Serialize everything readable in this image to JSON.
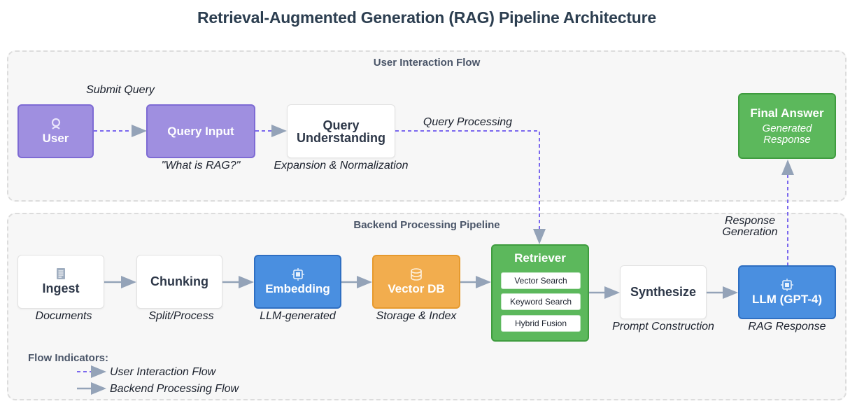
{
  "title": "Retrieval-Augmented Generation (RAG) Pipeline Architecture",
  "panels": {
    "user_flow": "User Interaction Flow",
    "backend": "Backend Processing Pipeline"
  },
  "nodes": {
    "user": {
      "label": "User"
    },
    "query_input": {
      "label": "Query Input"
    },
    "query_understanding": {
      "label": "Query\nUnderstanding"
    },
    "final_answer": {
      "label": "Final Answer",
      "sub": "Generated\nResponse"
    },
    "ingest": {
      "label": "Ingest"
    },
    "chunking": {
      "label": "Chunking"
    },
    "embedding": {
      "label": "Embedding"
    },
    "vector_db": {
      "label": "Vector DB"
    },
    "retriever": {
      "label": "Retriever",
      "items": [
        "Vector Search",
        "Keyword Search",
        "Hybrid Fusion"
      ]
    },
    "synthesize": {
      "label": "Synthesize"
    },
    "llm": {
      "label": "LLM (GPT-4)"
    }
  },
  "captions": {
    "submit_query": "Submit Query",
    "what_is_rag": "\"What is RAG?\"",
    "expansion": "Expansion & Normalization",
    "query_processing": "Query Processing",
    "response_generation": "Response\nGeneration",
    "documents": "Documents",
    "split_process": "Split/Process",
    "llm_generated": "LLM-generated",
    "storage_index": "Storage & Index",
    "prompt_construction": "Prompt Construction",
    "rag_response": "RAG Response"
  },
  "legend": {
    "title": "Flow Indicators:",
    "user_flow": "User Interaction Flow",
    "backend_flow": "Backend Processing Flow"
  },
  "colors": {
    "purple": "#9f8fe0",
    "dashed_edge": "#7b68ee",
    "solid_edge": "#94a3b8",
    "blue": "#4a8fe0",
    "orange": "#f2ad4e",
    "green": "#5cb85c"
  },
  "icons": {
    "user": "user-icon",
    "ingest": "document-icon",
    "embedding": "chip-icon",
    "vector_db": "database-icon",
    "llm": "chip-icon"
  }
}
